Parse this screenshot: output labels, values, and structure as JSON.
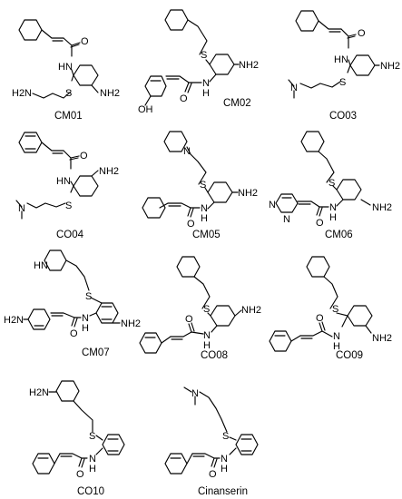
{
  "figure": {
    "compounds": [
      {
        "id": "CM01"
      },
      {
        "id": "CM02"
      },
      {
        "id": "CO03"
      },
      {
        "id": "CO04"
      },
      {
        "id": "CM05"
      },
      {
        "id": "CM06"
      },
      {
        "id": "CM07"
      },
      {
        "id": "CO08"
      },
      {
        "id": "CO09"
      },
      {
        "id": "CO10"
      },
      {
        "id": "Cinanserin"
      }
    ],
    "atoms": {
      "amine": "NH2",
      "amine_left": "H2N",
      "amide": "N",
      "amide_h": "H",
      "oxygen": "O",
      "sulfur": "S",
      "nitrogen": "N",
      "hydroxyl": "OH",
      "ring_nh": "HN",
      "nh": "NH"
    }
  }
}
